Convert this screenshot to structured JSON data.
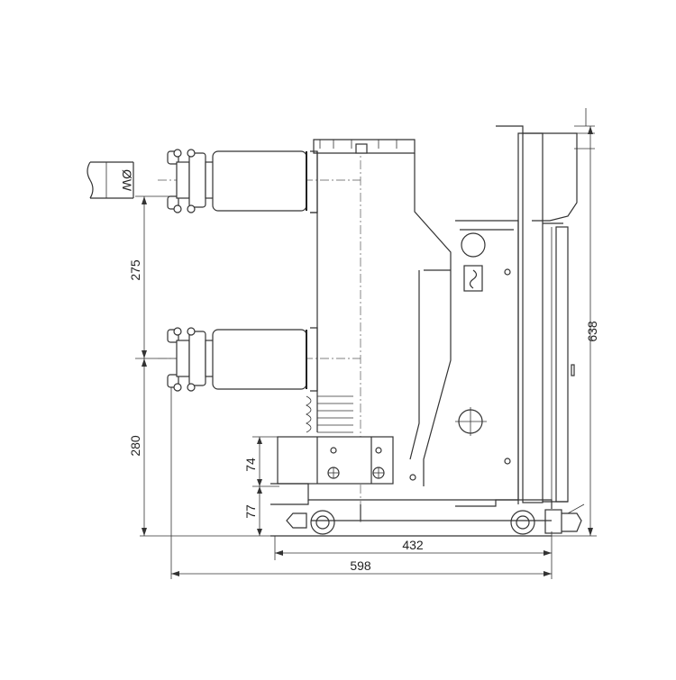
{
  "dimensions": {
    "d275": "275",
    "d280": "280",
    "d74": "74",
    "d77": "77",
    "d432": "432",
    "d598": "598",
    "d638": "638"
  },
  "labels": {
    "conductor_diameter": "ØW"
  }
}
